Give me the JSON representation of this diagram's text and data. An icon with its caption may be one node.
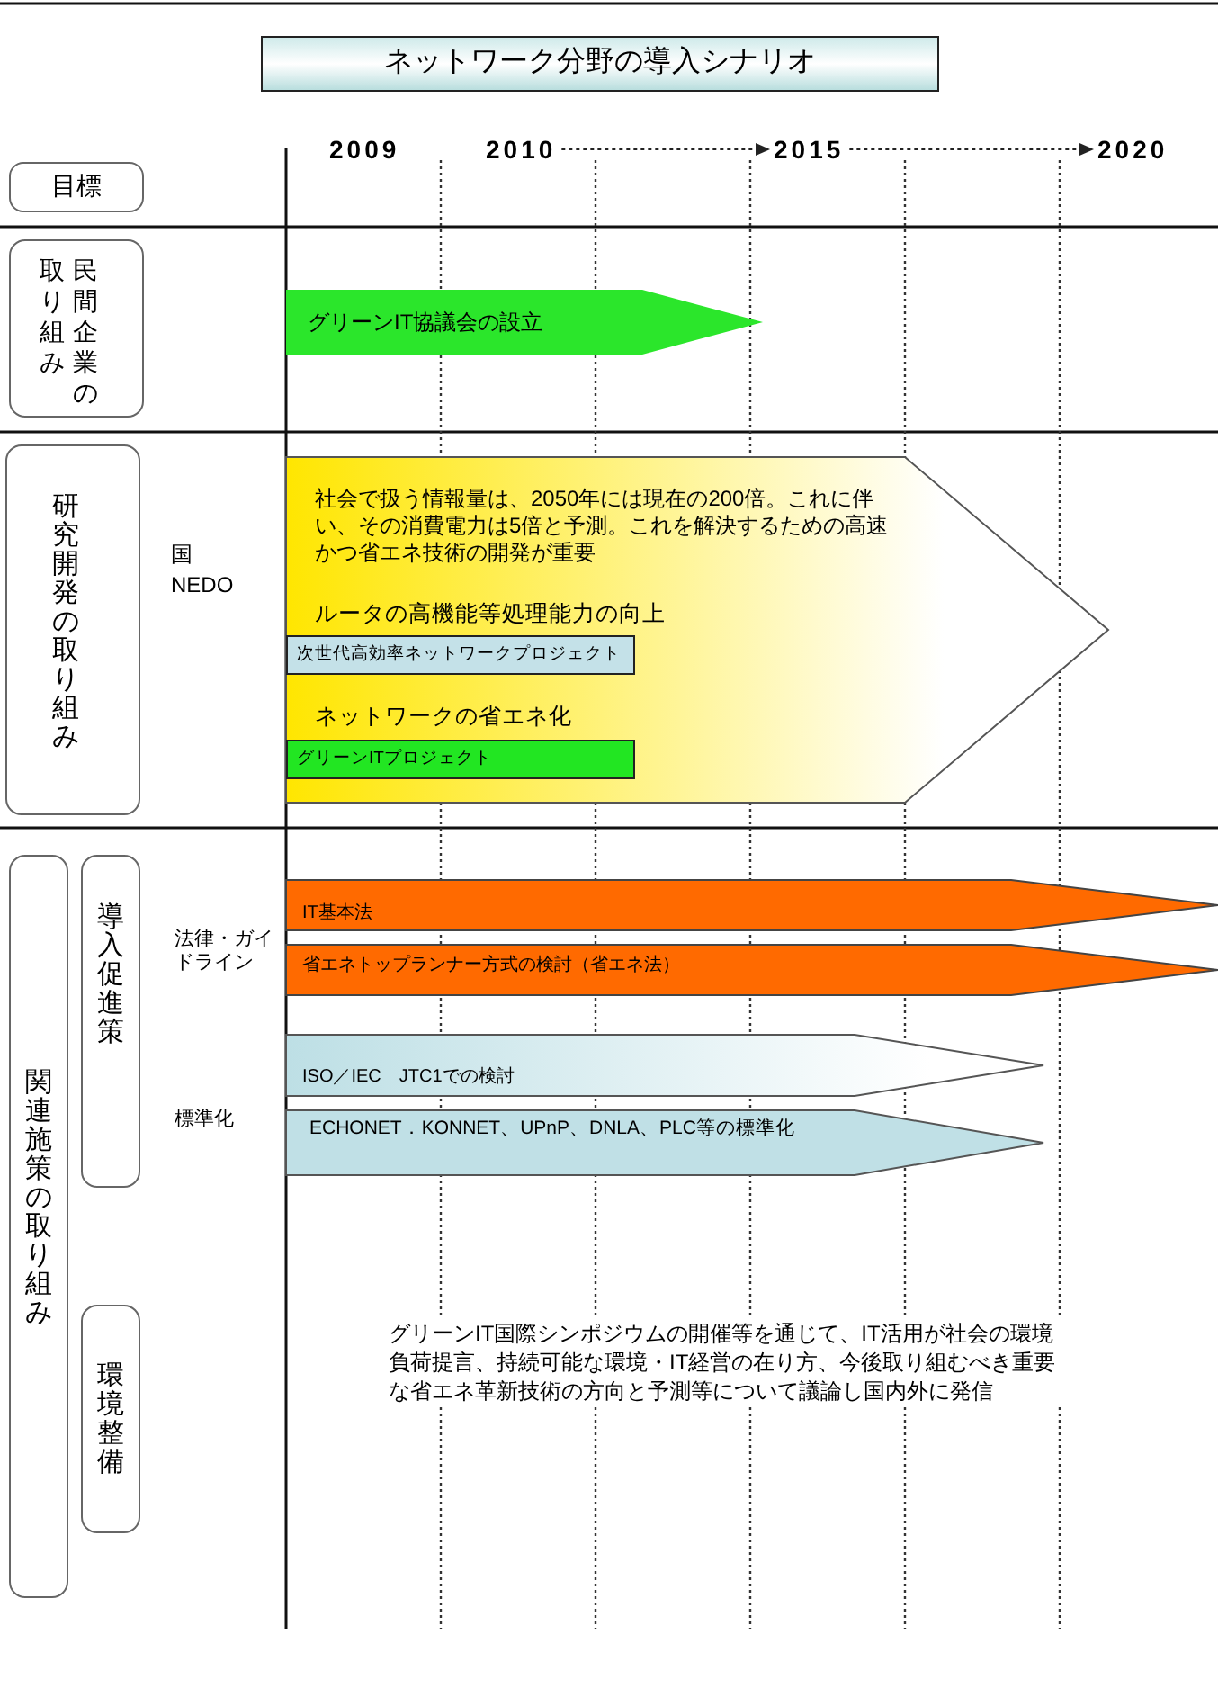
{
  "diagram": {
    "title": "ネットワーク分野の導入シナリオ",
    "nodes": [
      {
        "text": [
          "2010"
        ]
      },
      {
        "text": [
          "2015"
        ]
      },
      {
        "text": [
          "2020"
        ]
      },
      {
        "text": [
          "目標"
        ]
      },
      {
        "text": [
          "民間企業の取り組み"
        ]
      },
      {
        "text": [
          "グリーンIT協議会の設立"
        ]
      },
      {
        "text": [
          "研究開発の取り組み"
        ]
      },
      {
        "text": [
          "社会で扱う情報量は、2050年には現在の200倍。これに伴い、その消費電力は5倍と予測。これを解決するための高速かつ省エネ技術の開発が重要",
          "ルータの高機能等処理能力の向上",
          "ネットワークの省エネ化"
        ]
      },
      {
        "text": [
          "次世代高効率ネットワークプロジェクト"
        ],
        "in": 7
      },
      {
        "text": [
          "グリーンITプロジェクト"
        ],
        "in": 7
      },
      {
        "text": [
          "関連施策の取り組み"
        ]
      },
      {
        "text": [
          "導入促進策"
        ]
      },
      {
        "text": [
          "IT基本法"
        ]
      },
      {
        "text": [
          "省エネトップランナー方式の検討（省エネ法）"
        ]
      },
      {
        "text": [
          "ISO／IEC　JTC1での検討"
        ]
      },
      {
        "text": [
          "ECHONET．KONNET、UPnP、DNLA、PLC等の標準化"
        ]
      },
      {
        "text": [
          "環境整備"
        ]
      }
    ],
    "edges": [
      {
        "from": 0,
        "to": 1,
        "arrow": "to",
        "style": "dashed"
      },
      {
        "from": 1,
        "to": 2,
        "arrow": "to",
        "style": "dashed"
      }
    ],
    "labels": [
      "2009",
      "国 NEDO",
      "法律・ガイドライン",
      "標準化",
      "グリーンIT国際シンポジウムの開催等を通じて、IT活用が社会の環境負荷提言、持続可能な環境・IT経営の在り方、今後取り組むべき重要な省エネ革新技術の方向と予測等について議論し国内外に発信"
    ]
  }
}
